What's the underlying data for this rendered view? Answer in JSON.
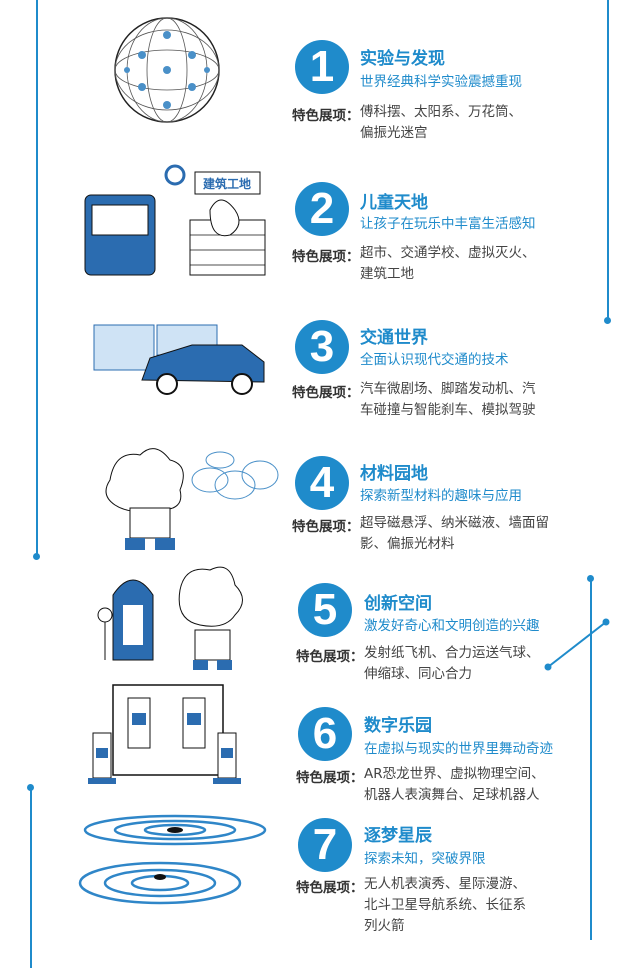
{
  "feature_label": "特色展项：",
  "sections": [
    {
      "num": "1",
      "title": "实验与发现",
      "subtitle": "世界经典科学实验震撼重现",
      "features": "傅科摆、太阳系、万花筒、偏振光迷宫"
    },
    {
      "num": "2",
      "title": "儿童天地",
      "subtitle": "让孩子在玩乐中丰富生活感知",
      "features": "超市、交通学校、虚拟灭火、建筑工地",
      "sign": "建筑工地"
    },
    {
      "num": "3",
      "title": "交通世界",
      "subtitle": "全面认识现代交通的技术",
      "features": "汽车微剧场、脚踏发动机、汽车碰撞与智能刹车、模拟驾驶"
    },
    {
      "num": "4",
      "title": "材料园地",
      "subtitle": "探索新型材料的趣味与应用",
      "features": "超导磁悬浮、纳米磁液、墙面留影、偏振光材料"
    },
    {
      "num": "5",
      "title": "创新空间",
      "subtitle": "激发好奇心和文明创造的兴趣",
      "features": "发射纸飞机、合力运送气球、伸缩球、同心合力"
    },
    {
      "num": "6",
      "title": "数字乐园",
      "subtitle": "在虚拟与现实的世界里舞动奇迹",
      "features": "AR恐龙世界、虚拟物理空间、机器人表演舞台、足球机器人"
    },
    {
      "num": "7",
      "title": "逐梦星辰",
      "subtitle": "探索未知，突破界限",
      "features": "无人机表演秀、星际漫游、北斗卫星导航系统、长征系列火箭"
    }
  ],
  "colors": {
    "accent": "#1f8bcb"
  }
}
